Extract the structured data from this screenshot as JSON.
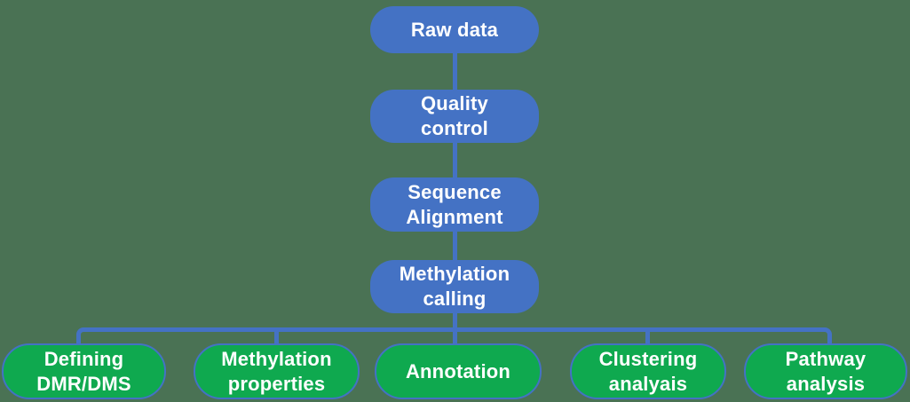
{
  "colors": {
    "background": "#4A7254",
    "blue_node": "#4472C4",
    "green_node": "#0FA94F",
    "connector": "#4472C4",
    "text": "#FFFFFF"
  },
  "flowchart": {
    "main_steps": [
      {
        "label": "Raw data",
        "lines": [
          "Raw data"
        ]
      },
      {
        "label": "Quality control",
        "lines": [
          "Quality",
          "control"
        ]
      },
      {
        "label": "Sequence Alignment",
        "lines": [
          "Sequence",
          "Alignment"
        ]
      },
      {
        "label": "Methylation calling",
        "lines": [
          "Methylation",
          "calling"
        ]
      }
    ],
    "branches": [
      {
        "label": "Defining DMR/DMS",
        "lines": [
          "Defining",
          "DMR/DMS"
        ]
      },
      {
        "label": "Methylation properties",
        "lines": [
          "Methylation",
          "properties"
        ]
      },
      {
        "label": "Annotation",
        "lines": [
          "Annotation"
        ]
      },
      {
        "label": "Clustering analyais",
        "lines": [
          "Clustering",
          "analyais"
        ]
      },
      {
        "label": "Pathway analysis",
        "lines": [
          "Pathway",
          "analysis"
        ]
      }
    ]
  }
}
